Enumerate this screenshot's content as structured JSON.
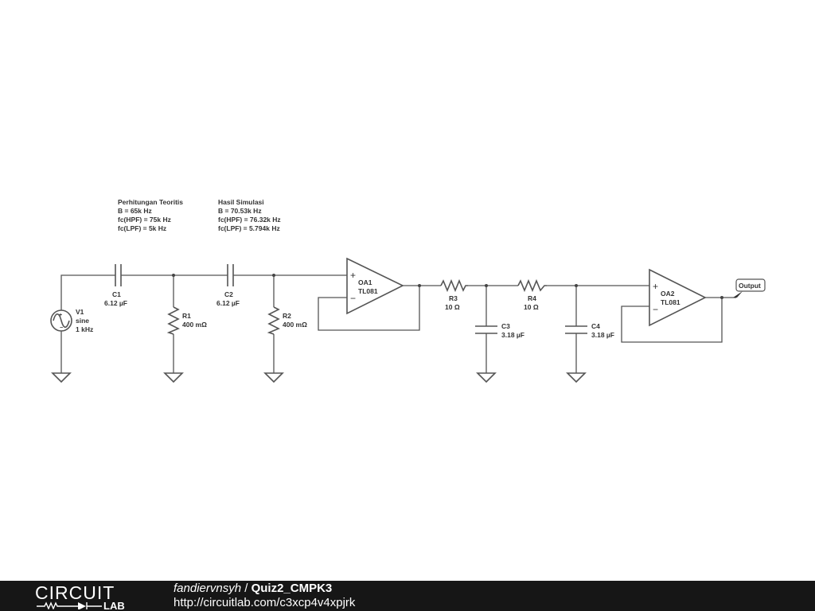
{
  "notes": {
    "theory": {
      "title": "Perhitungan Teoritis",
      "lines": [
        "B = 65k Hz",
        "fc(HPF) = 75k Hz",
        "fc(LPF) = 5k Hz"
      ]
    },
    "simulation": {
      "title": "Hasil Simulasi",
      "lines": [
        "B = 70.53k Hz",
        "fc(HPF) = 76.32k Hz",
        "fc(LPF) = 5.794k Hz"
      ]
    }
  },
  "components": {
    "V1": {
      "name": "V1",
      "type": "sine",
      "value": "1 kHz"
    },
    "C1": {
      "name": "C1",
      "value": "6.12 µF"
    },
    "R1": {
      "name": "R1",
      "value": "400 mΩ"
    },
    "C2": {
      "name": "C2",
      "value": "6.12 µF"
    },
    "R2": {
      "name": "R2",
      "value": "400 mΩ"
    },
    "OA1": {
      "name": "OA1",
      "model": "TL081"
    },
    "R3": {
      "name": "R3",
      "value": "10 Ω"
    },
    "C3": {
      "name": "C3",
      "value": "3.18 µF"
    },
    "R4": {
      "name": "R4",
      "value": "10 Ω"
    },
    "C4": {
      "name": "C4",
      "value": "3.18 µF"
    },
    "OA2": {
      "name": "OA2",
      "model": "TL081"
    }
  },
  "output_label": "Output",
  "footer": {
    "logo_top": "CIRCUIT",
    "logo_bottom": "LAB",
    "user": "fandiervnsyh",
    "separator": " / ",
    "project": "Quiz2_CMPK3",
    "url": "http://circuitlab.com/c3xcp4v4xpjrk"
  }
}
